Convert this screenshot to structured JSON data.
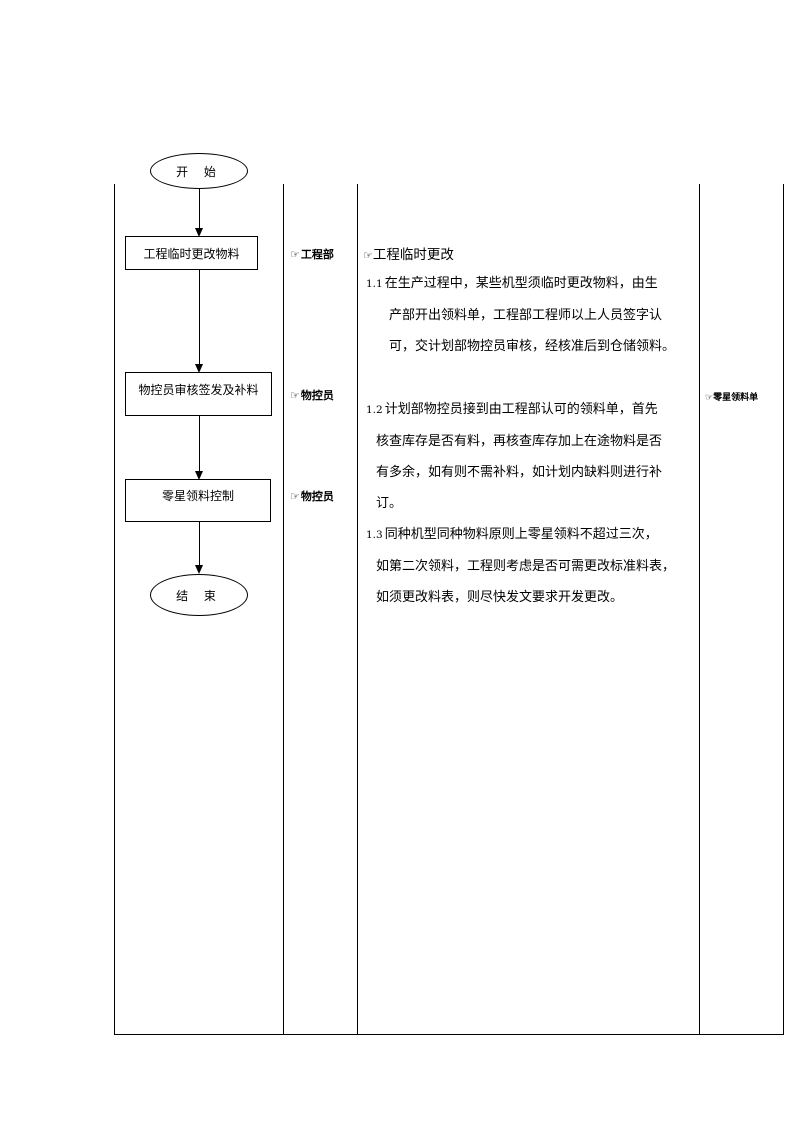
{
  "flowchart": {
    "start": "开 始",
    "steps": [
      "工程临时更改物料",
      "物控员审核签发及补料",
      "零星领料控制"
    ],
    "end": "结 束"
  },
  "roles": [
    {
      "icon": "pointing-hand-icon",
      "glyph": "☞",
      "label": "工程部"
    },
    {
      "icon": "pointing-hand-icon",
      "glyph": "☞",
      "label": "物控员"
    },
    {
      "icon": "pointing-hand-icon",
      "glyph": "☞",
      "label": "物控员"
    }
  ],
  "description": {
    "heading_glyph": "☞",
    "heading": "工程临时更改",
    "items": [
      {
        "number": "1.1",
        "lines": [
          "在生产过程中，某些机型须临时更改物料，由生",
          "产部开出领料单，工程部工程师以上人员签字认",
          "可，交计划部物控员审核，经核准后到仓储领料。"
        ]
      },
      {
        "number": "1.2",
        "lines": [
          "计划部物控员接到由工程部认可的领料单，首先",
          "核查库存是否有料，再核查库存加上在途物料是否",
          "有多余，如有则不需补料，如计划内缺料则进行补",
          "订。"
        ]
      },
      {
        "number": "1.3",
        "lines": [
          "同种机型同种物料原则上零星领料不超过三次，",
          "如第二次领料，工程则考虑是否可需更改标准料表，",
          "如须更改料表，则尽快发文要求开发更改。"
        ]
      }
    ]
  },
  "forms": {
    "glyph": "☞",
    "label": "零星领料单"
  }
}
